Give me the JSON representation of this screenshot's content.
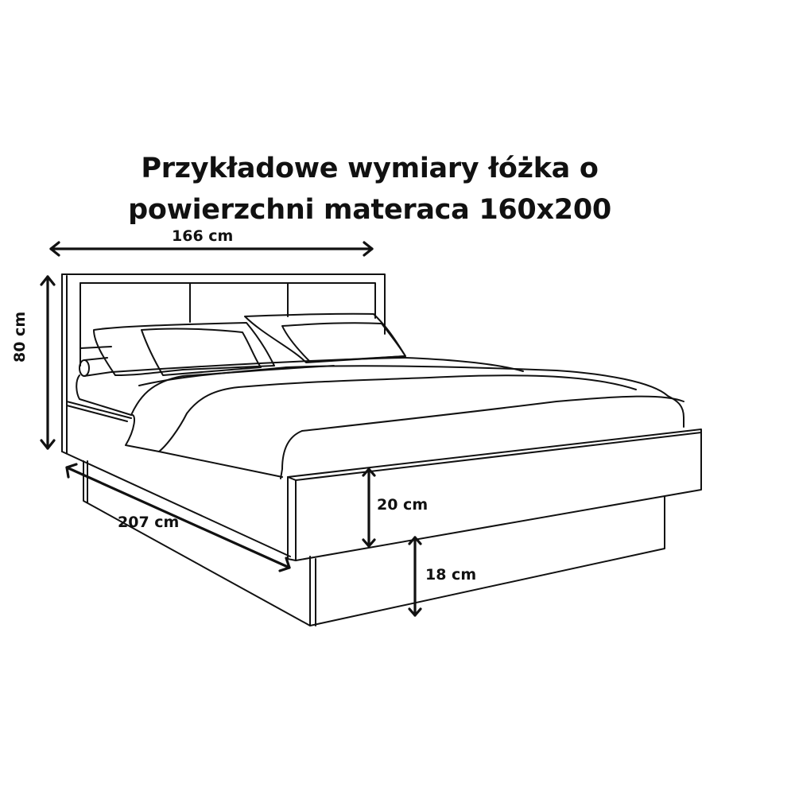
{
  "title": {
    "line1": "Przykładowe wymiary łóżka o",
    "line2": "powierzchni materaca 160x200"
  },
  "dimensions": {
    "width": "166 cm",
    "height": "80 cm",
    "length": "207 cm",
    "frame_height": "20 cm",
    "base_height": "18 cm"
  },
  "colors": {
    "line": "#111111",
    "background": "#ffffff"
  }
}
